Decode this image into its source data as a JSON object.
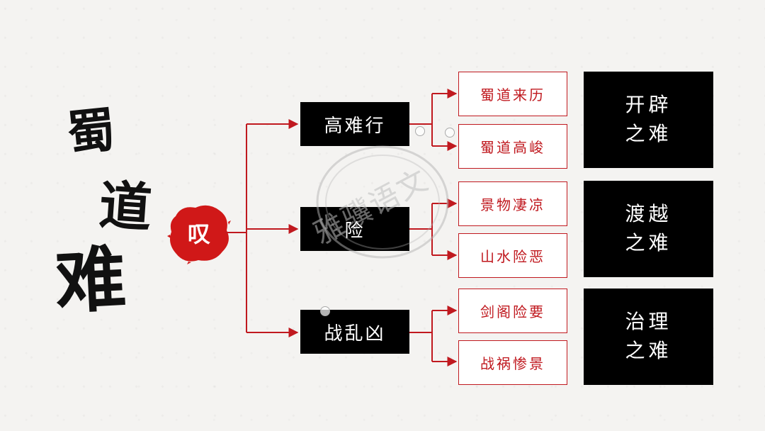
{
  "title_chars": [
    "蜀",
    "道",
    "难"
  ],
  "seal": {
    "text": "叹",
    "color": "#d01818"
  },
  "branches": [
    {
      "label": "高难行",
      "items": [
        "蜀道来历",
        "蜀道高峻"
      ],
      "summary": [
        "开辟",
        "之难"
      ]
    },
    {
      "label": "险",
      "items": [
        "景物凄凉",
        "山水险恶"
      ],
      "summary": [
        "渡越",
        "之难"
      ]
    },
    {
      "label": "战乱凶",
      "items": [
        "剑阁险要",
        "战祸惨景"
      ],
      "summary": [
        "治理",
        "之难"
      ]
    }
  ],
  "watermark": "雅骥语文",
  "colors": {
    "accent": "#c0191f",
    "box": "#000000",
    "background": "#f4f3f1"
  }
}
